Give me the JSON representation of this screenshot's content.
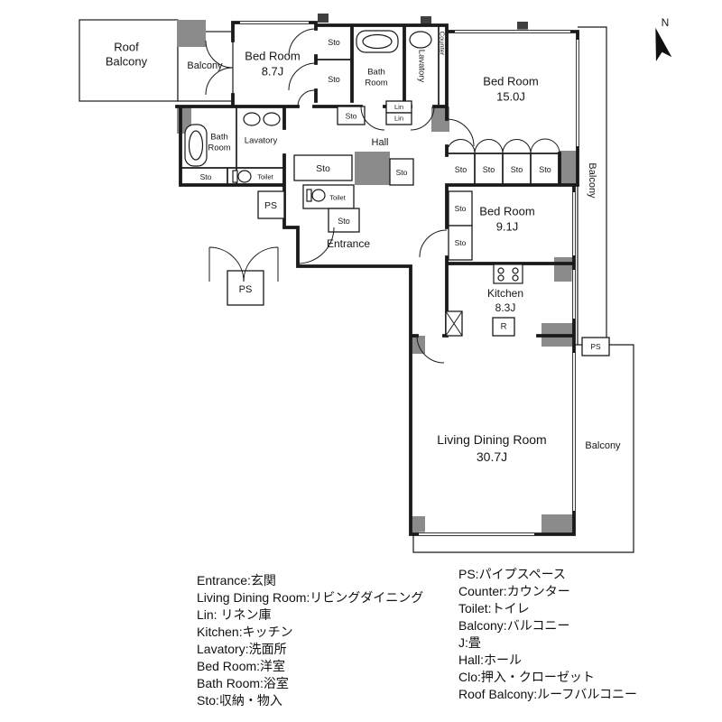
{
  "compass": {
    "label": "N"
  },
  "labels": {
    "sto": "Sto",
    "ps": "PS",
    "toilet": "Toilet",
    "lin": "Lin",
    "hall": "Hall",
    "entrance": "Entrance",
    "counter": "Counter",
    "balcony": "Balcony",
    "lavatory": "Lavatory",
    "bath_line1": "Bath",
    "bath_line2": "Room",
    "roof_line1": "Roof",
    "roof_line2": "Balcony",
    "fridge": "R"
  },
  "rooms": {
    "bedroom1": {
      "name": "Bed Room",
      "size": "8.7J"
    },
    "bedroom2": {
      "name": "Bed Room",
      "size": "15.0J"
    },
    "bedroom3": {
      "name": "Bed Room",
      "size": "9.1J"
    },
    "kitchen": {
      "name": "Kitchen",
      "size": "8.3J"
    },
    "living_dining": {
      "name": "Living Dining Room",
      "size": "30.7J"
    }
  },
  "legend": {
    "left": [
      "Entrance:玄関",
      "Living Dining Room:リビングダイニング",
      "Lin: リネン庫",
      "Kitchen:キッチン",
      "Lavatory:洗面所",
      "Bed Room:洋室",
      "Bath Room:浴室",
      "Sto:収納・物入"
    ],
    "right": [
      "PS:パイプスペース",
      "Counter:カウンター",
      "Toilet:トイレ",
      "Balcony:バルコニー",
      "J:畳",
      "Hall:ホール",
      "Clo:押入・クローゼット",
      "Roof Balcony:ルーフバルコニー"
    ]
  }
}
